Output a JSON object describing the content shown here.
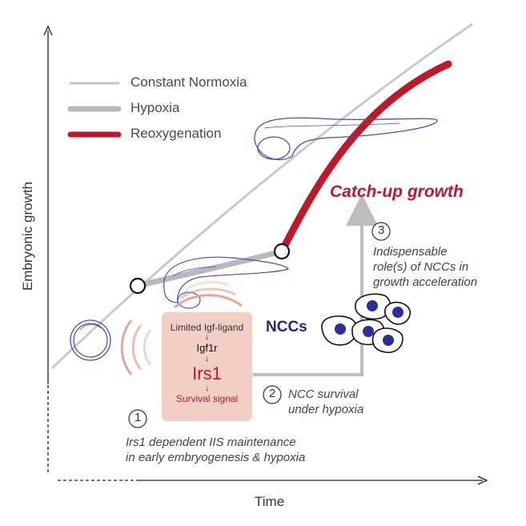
{
  "legend": {
    "items": [
      {
        "label": "Constant Normoxia",
        "color": "#c7c7c7"
      },
      {
        "label": "Hypoxia",
        "color": "#b8b8b8"
      },
      {
        "label": "Reoxygenation",
        "color": "#c0182b"
      }
    ]
  },
  "axes": {
    "y_label": "Embryonic growth",
    "x_label": "Time"
  },
  "catch_up_label": "Catch-up growth",
  "ncc_label": "NCCs",
  "pathway": {
    "ligand": "Limited Igf-ligand",
    "receptor": "Igf1r",
    "adaptor": "Irs1",
    "output": "Survival signal",
    "arrow": "↓"
  },
  "steps": [
    {
      "number": "1",
      "line1": "Irs1 dependent IIS maintenance",
      "line2": "in early embryogenesis & hypoxia"
    },
    {
      "number": "2",
      "line1": "NCC survival",
      "line2": "under hypoxia"
    },
    {
      "number": "3",
      "line1": "Indispensable",
      "line2": "role(s) of NCCs in",
      "line3": "growth acceleration"
    }
  ],
  "colors": {
    "reoxygenation": "#c0182b",
    "hypoxia": "#b8b8b8",
    "normoxia": "#c7c7c7",
    "ncc_nucleus": "#2a2f9c",
    "embryo_outline": "#4a4fb0",
    "box_fill": "#f2cfc5",
    "signal_rings": "#e8a08c"
  }
}
